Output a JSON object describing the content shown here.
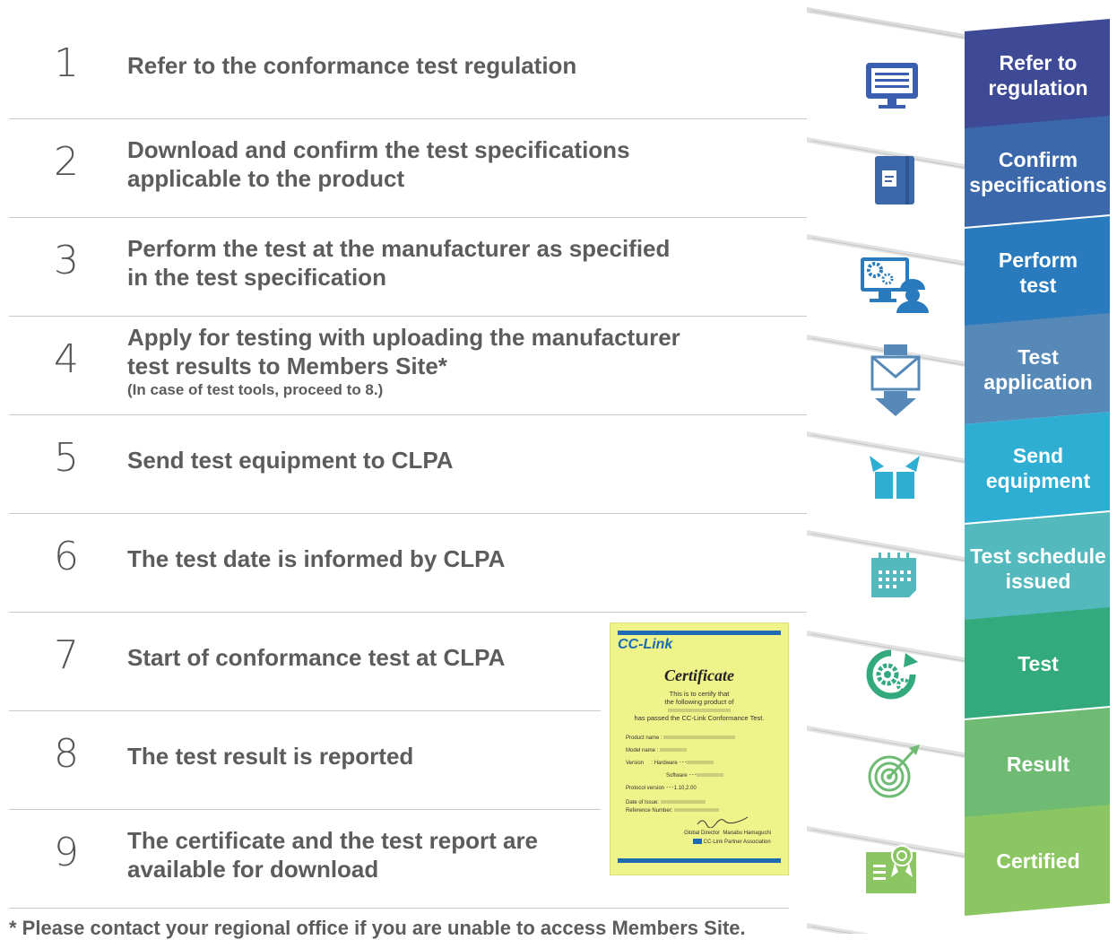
{
  "steps": [
    {
      "n": "1",
      "lines": [
        "Refer to the conformance test regulation"
      ],
      "note": ""
    },
    {
      "n": "2",
      "lines": [
        "Download and confirm the test specifications",
        "applicable to the product"
      ],
      "note": ""
    },
    {
      "n": "3",
      "lines": [
        "Perform the test at the manufacturer as specified",
        "in the test specification"
      ],
      "note": ""
    },
    {
      "n": "4",
      "lines": [
        "Apply for testing with uploading the manufacturer",
        "test results to Members Site*"
      ],
      "note": "(In case of test tools, proceed to 8.)"
    },
    {
      "n": "5",
      "lines": [
        "Send test equipment to CLPA"
      ],
      "note": ""
    },
    {
      "n": "6",
      "lines": [
        "The test date is informed by CLPA"
      ],
      "note": ""
    },
    {
      "n": "7",
      "lines": [
        "Start of conformance test at CLPA"
      ],
      "note": ""
    },
    {
      "n": "8",
      "lines": [
        "The test result is reported"
      ],
      "note": ""
    },
    {
      "n": "9",
      "lines": [
        "The certificate and the test report are",
        "available for download"
      ],
      "note": ""
    }
  ],
  "footnote": "* Please contact your regional office if you are unable to access Members Site.",
  "stages": [
    {
      "lines": [
        "Refer to",
        "regulation"
      ],
      "color": "#3e4a96",
      "icon": "monitor-icon"
    },
    {
      "lines": [
        "Confirm",
        "specifications"
      ],
      "color": "#3a68aa",
      "icon": "book-icon"
    },
    {
      "lines": [
        "Perform",
        "test"
      ],
      "color": "#2a7bbd",
      "icon": "engineer-monitor-icon"
    },
    {
      "lines": [
        "Test",
        "application"
      ],
      "color": "#5689b8",
      "icon": "mail-download-icon"
    },
    {
      "lines": [
        "Send",
        "equipment"
      ],
      "color": "#2eaed3",
      "icon": "box-icon"
    },
    {
      "lines": [
        "Test schedule",
        "issued"
      ],
      "color": "#54b9bd",
      "icon": "calendar-icon"
    },
    {
      "lines": [
        "Test"
      ],
      "color": "#33aa7e",
      "icon": "gear-cycle-icon"
    },
    {
      "lines": [
        "Result"
      ],
      "color": "#6fbb73",
      "icon": "target-icon"
    },
    {
      "lines": [
        "Certified"
      ],
      "color": "#8cc663",
      "icon": "certificate-icon"
    }
  ],
  "certificate": {
    "logo": "CC-Link",
    "title": "Certificate",
    "line1": "This is to certify that",
    "line2": "the following product of",
    "line3": "has passed the CC-Link Conformance Test.",
    "product_name": "Product name",
    "model_name": "Model name",
    "version": "Version",
    "hardware": ": Hardware",
    "software": "Software",
    "protocol": "Protocol version ･･･1.10,2.00",
    "date_of_issue": "Date of Issue:",
    "reference_number": "Reference Number:",
    "director": "Global Director",
    "director_name": "Manabu Hamaguchi",
    "association": "CC-Link Partner Association"
  }
}
